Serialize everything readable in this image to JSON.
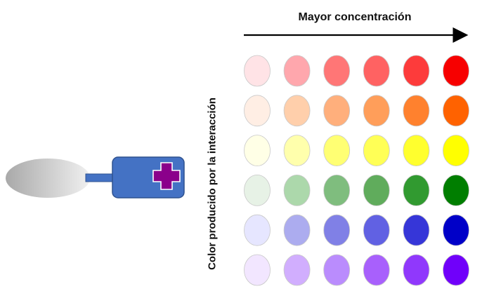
{
  "top_label": "Mayor concentración",
  "side_label": "Color producido por la interacción",
  "grid": {
    "rows": [
      {
        "name": "red",
        "colors": [
          "#ffe3e6",
          "#ffa7ad",
          "#ff7676",
          "#ff6262",
          "#fd3b3b",
          "#f70000"
        ]
      },
      {
        "name": "orange",
        "colors": [
          "#ffeee4",
          "#ffcfab",
          "#ffaf7c",
          "#ff9e5a",
          "#ff812e",
          "#ff6200"
        ]
      },
      {
        "name": "yellow",
        "colors": [
          "#ffffe6",
          "#ffffac",
          "#ffff73",
          "#ffff56",
          "#ffff2e",
          "#ffff00"
        ]
      },
      {
        "name": "green",
        "colors": [
          "#e7f2e6",
          "#acd8ab",
          "#7fbd7e",
          "#60ac5c",
          "#319a30",
          "#007e00"
        ]
      },
      {
        "name": "blue",
        "colors": [
          "#e6e6ff",
          "#acacef",
          "#8080e6",
          "#6161e3",
          "#3636d8",
          "#0000c8"
        ]
      },
      {
        "name": "purple",
        "colors": [
          "#f2e6ff",
          "#d1aefe",
          "#ba8cfd",
          "#a860fc",
          "#9038fc",
          "#7000fa"
        ]
      }
    ]
  },
  "device": {
    "body_color": "#4472c4",
    "symbol_color": "#8b008b",
    "stem_color": "#4472c4"
  },
  "colors": {
    "text": "#111111",
    "arrow": "#000000"
  }
}
